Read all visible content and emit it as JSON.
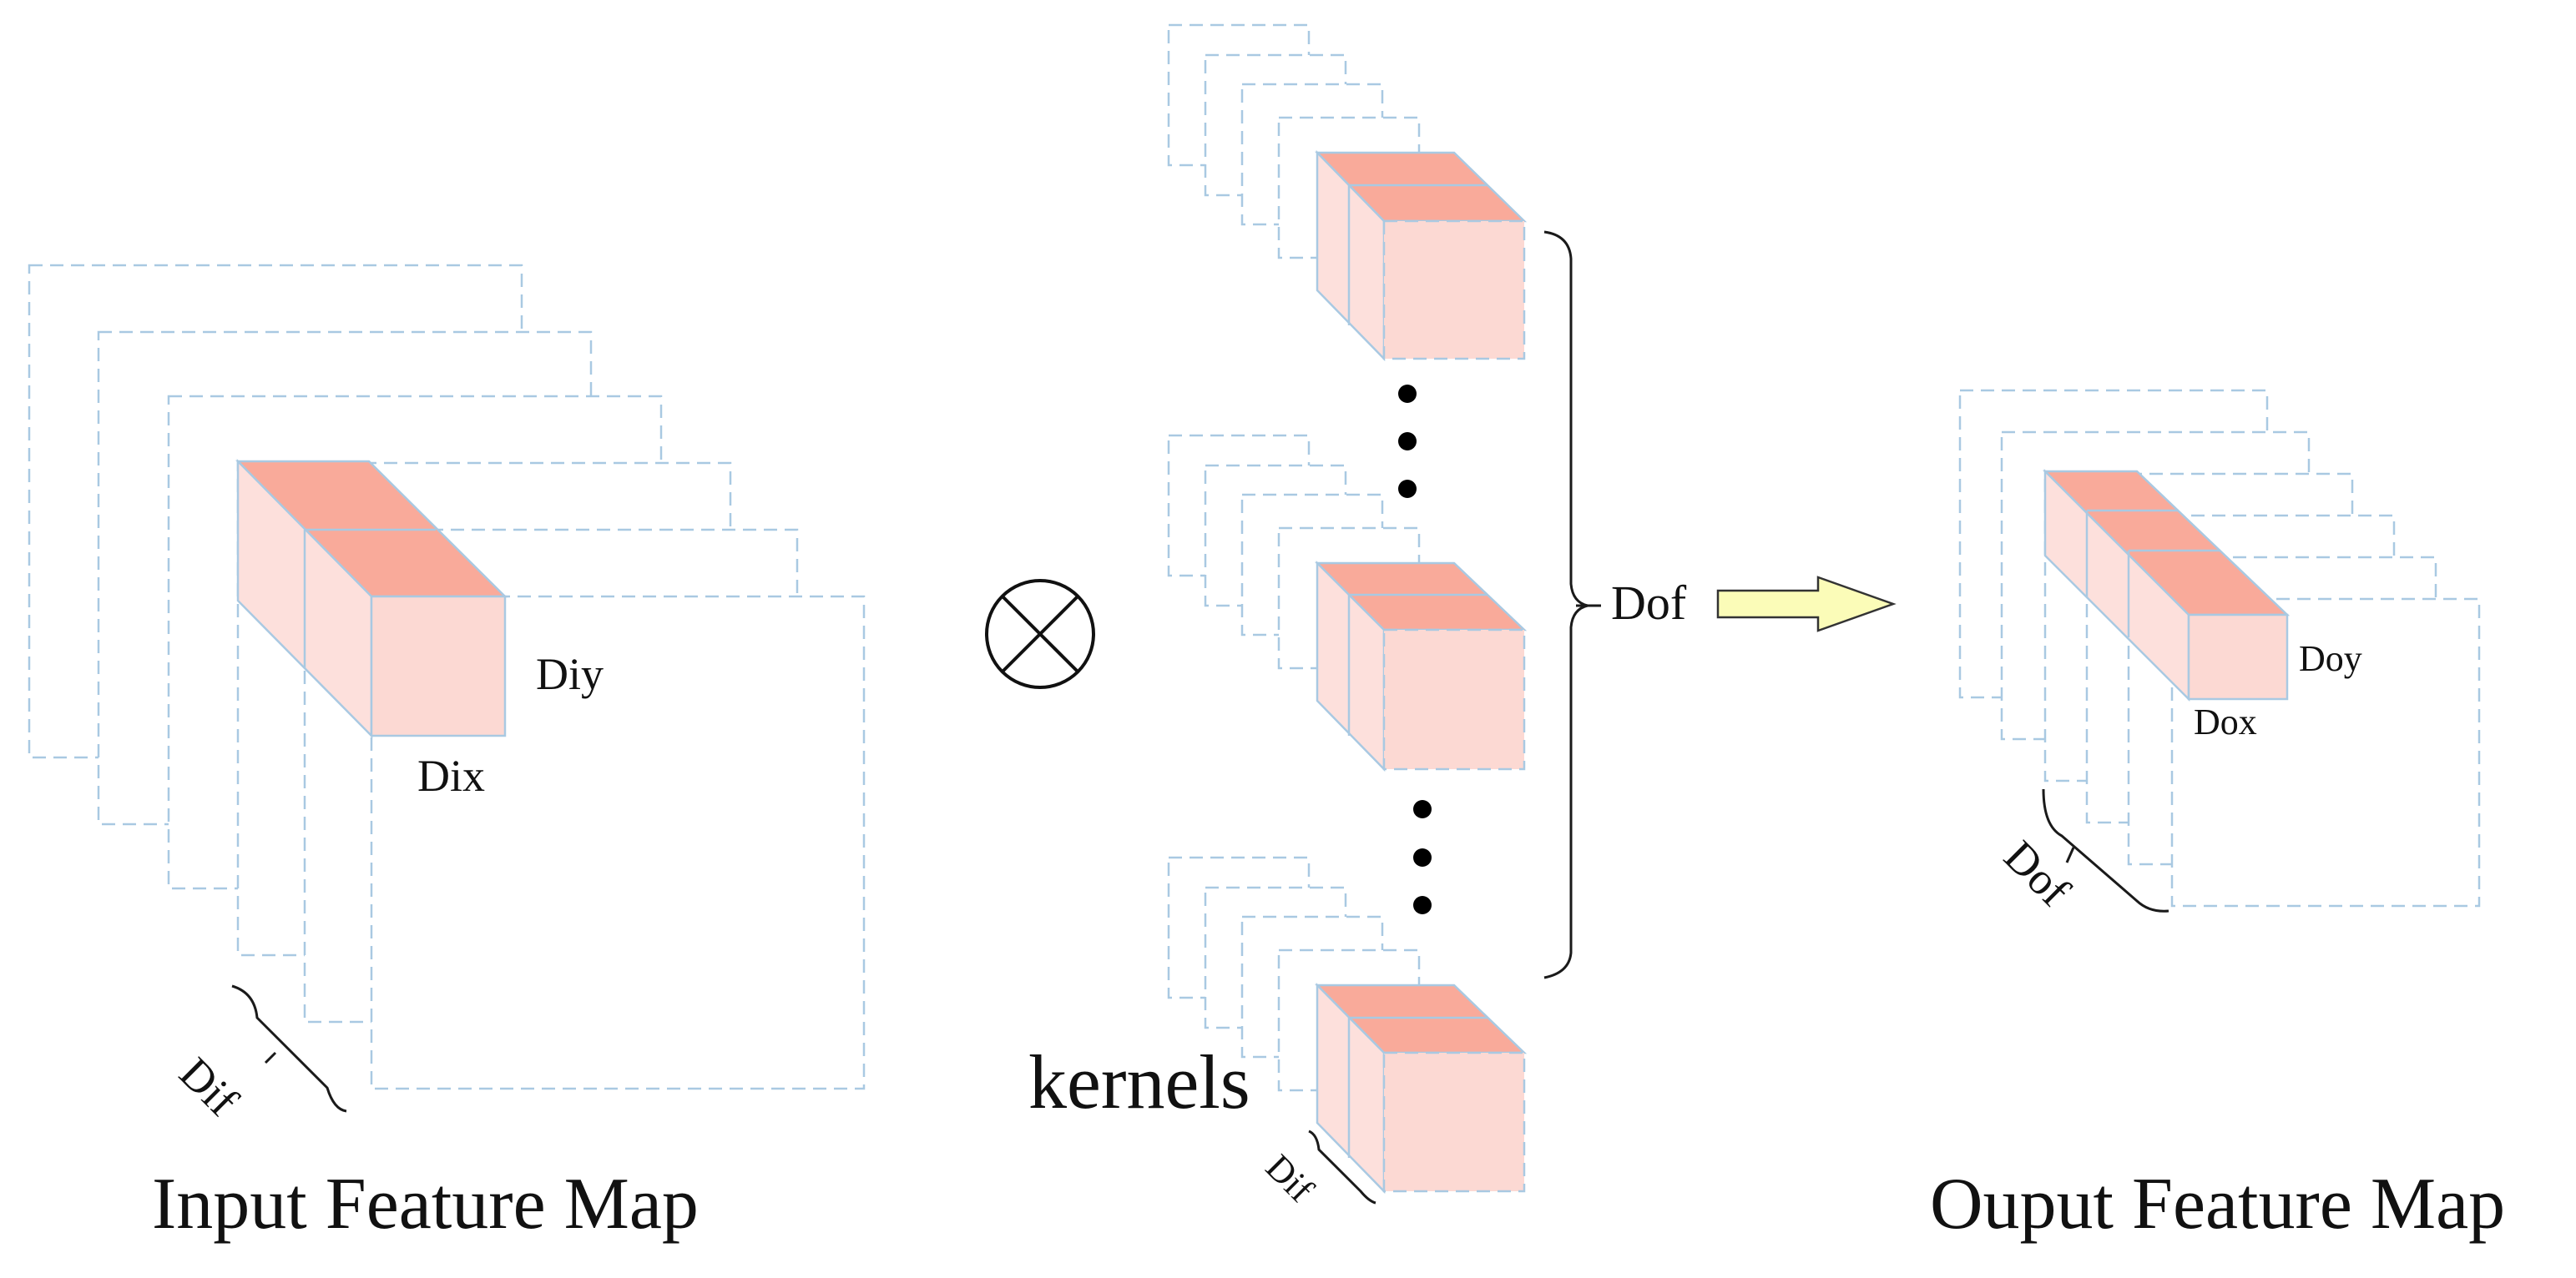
{
  "labels": {
    "input_title": "Input Feature Map",
    "output_title": "Ouput Feature Map",
    "kernels": "kernels",
    "input_dix": "Dix",
    "input_diy": "Diy",
    "input_dif": "Dif",
    "kernel_dif": "Dif",
    "dof": "Dof",
    "output_dox": "Dox",
    "output_doy": "Doy",
    "output_dof": "Dof"
  },
  "symbols": {
    "operator": "convolution-operator",
    "arrow": "right-arrow"
  },
  "colors": {
    "plane_stroke": "#a9c9e2",
    "cube_top": "#f9aa9a",
    "cube_face": "#fcd9d3",
    "arrow_fill": "#fbfcb8"
  }
}
